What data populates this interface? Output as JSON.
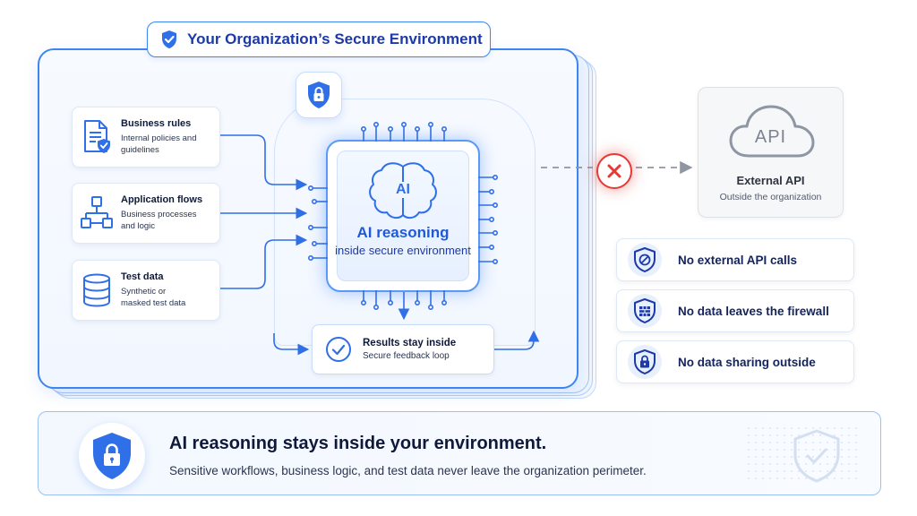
{
  "environment": {
    "title": "Your Organization’s Secure Environment"
  },
  "inputs": [
    {
      "title": "Business rules",
      "desc": "Internal policies and guidelines",
      "icon": "document-shield-icon"
    },
    {
      "title": "Application flows",
      "desc": "Business processes and logic",
      "icon": "flowchart-icon"
    },
    {
      "title": "Test data",
      "desc": "Synthetic or masked test data",
      "icon": "database-icon"
    }
  ],
  "core": {
    "chip_label": "AI",
    "title": "AI reasoning",
    "subtitle": "inside secure environment",
    "icon": "brain-chip-icon"
  },
  "results": {
    "title": "Results stay inside",
    "desc": "Secure feedback loop",
    "icon": "check-circle-icon"
  },
  "external": {
    "cloud_label": "API",
    "title": "External API",
    "desc": "Outside the organization",
    "icon": "cloud-icon"
  },
  "rules": [
    {
      "text": "No external API calls",
      "icon": "no-symbol-icon"
    },
    {
      "text": "No data leaves the firewall",
      "icon": "firewall-shield-icon"
    },
    {
      "text": "No data sharing outside",
      "icon": "lock-shield-icon"
    }
  ],
  "banner": {
    "title": "AI reasoning stays inside your environment.",
    "desc": "Sensitive workflows, business logic, and test data never leave the organization perimeter.",
    "icon": "lock-shield-icon"
  },
  "colors": {
    "primary": "#2f6fe8",
    "dark_blue": "#1d3aa8",
    "border_blue": "#3d86f0",
    "block_red": "#e53935",
    "gray": "#8e96a3"
  }
}
